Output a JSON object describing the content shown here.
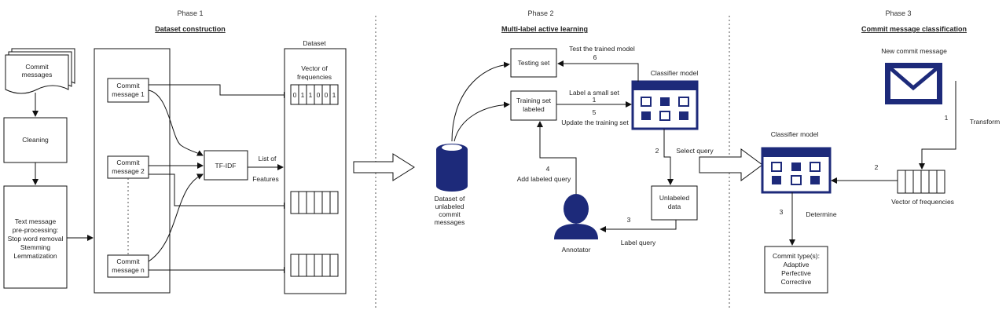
{
  "phases": {
    "p1": {
      "label": "Phase 1",
      "title": "Dataset construction"
    },
    "p2": {
      "label": "Phase 2",
      "title": "Multi-label active learning"
    },
    "p3": {
      "label": "Phase 3",
      "title": "Commit message classification"
    }
  },
  "phase1": {
    "commit_messages_l1": "Commit",
    "commit_messages_l2": "messages",
    "cleaning": "Cleaning",
    "preproc": [
      "Text message",
      "pre-processing:",
      "Stop word removal",
      "Stemming",
      "Lemmatization"
    ],
    "cm1": [
      "Commit",
      "message 1"
    ],
    "cm2": [
      "Commit",
      "message 2"
    ],
    "cmn": [
      "Commit",
      "message n"
    ],
    "tfidf": "TF-IDF",
    "list_of": "List of",
    "features": "Features",
    "dataset": "Dataset",
    "vector_l1": "Vector of",
    "vector_l2": "frequencies",
    "vector_values": [
      "0",
      "1",
      "1",
      "0",
      "0",
      "1"
    ]
  },
  "phase2": {
    "testing_set": "Testing set",
    "training_l1": "Training set",
    "training_l2": "labeled",
    "classifier_model": "Classifier model",
    "test_trained": "Test the trained model",
    "step6": "6",
    "label_small": "Label a small set",
    "step1": "1",
    "step5": "5",
    "update_training": "Update the training set",
    "step2": "2",
    "select_query": "Select query",
    "unlabeled_l1": "Unlabeled",
    "unlabeled_l2": "data",
    "step3": "3",
    "label_query": "Label query",
    "step4": "4",
    "add_labeled": "Add labeled query",
    "annotator": "Annotator",
    "dataset_lines": [
      "Dataset of",
      "unlabeled",
      "commit",
      "messages"
    ]
  },
  "phase3": {
    "new_commit": "New commit message",
    "step1": "1",
    "transform": "Transform",
    "classifier_model": "Classifier model",
    "step2": "2",
    "vector": "Vector of frequencies",
    "step3": "3",
    "determine": "Determine",
    "commit_types": [
      "Commit type(s):",
      "Adaptive",
      "Perfective",
      "Corrective"
    ]
  },
  "colors": {
    "navy": "#1d2a7a"
  }
}
